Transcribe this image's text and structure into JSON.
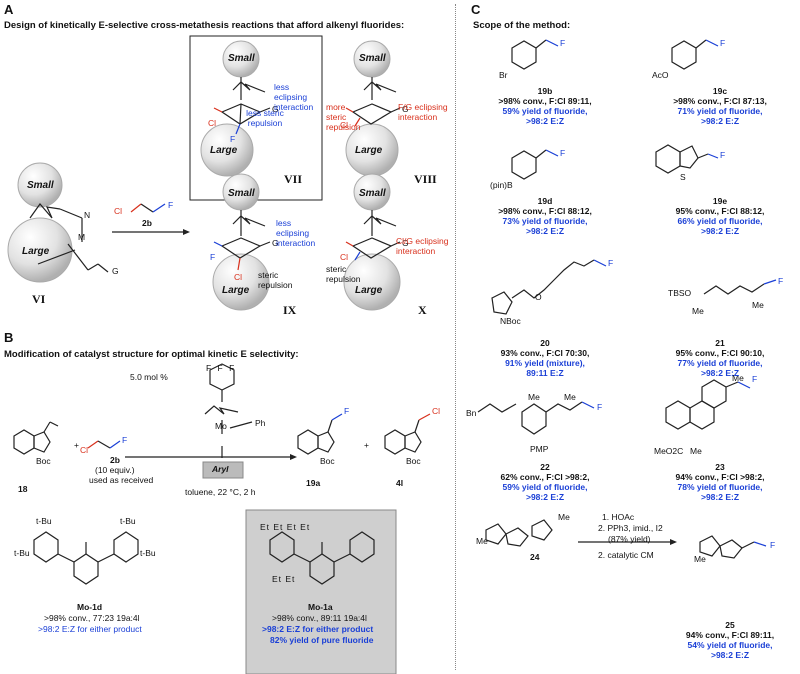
{
  "panelA": {
    "letter": "A",
    "heading": "Design of kinetically E-selective cross-metathesis reactions that afford alkenyl fluorides:",
    "reagent": "2b",
    "small": "Small",
    "large": "Large",
    "labels": {
      "VI": "VI",
      "VII": "VII",
      "VIII": "VIII",
      "IX": "IX",
      "X": "X"
    },
    "VII_notes": [
      "less eclipsing interaction",
      "less steric repulsion"
    ],
    "VIII_notes": [
      "F/G eclipsing interaction",
      "more steric repulsion"
    ],
    "IX_notes": [
      "less eclipsing interaction",
      "steric repulsion"
    ],
    "X_notes": [
      "Cl/G eclipsing interaction",
      "steric repulsion"
    ]
  },
  "panelB": {
    "letter": "B",
    "heading": "Modification of catalyst structure for optimal kinetic E selectivity:",
    "loading": "5.0 mol %",
    "conditions": "toluene, 22 °C, 2 h",
    "sm": "18",
    "reagent": "2b",
    "reagent_note1": "(10 equiv.)",
    "reagent_note2": "used as received",
    "aryl": "Aryl",
    "prod1": "19a",
    "prod2": "4l",
    "cat1": {
      "name": "Mo-1d",
      "line1": ">98% conv., 77:23 19a:4l",
      "line2": ">98:2 E:Z for either product"
    },
    "cat2": {
      "name": "Mo-1a",
      "line1": ">98% conv., 89:11 19a:4l",
      "line2": ">98:2 E:Z for either product",
      "line3": "82% yield of pure fluoride"
    }
  },
  "panelC": {
    "letter": "C",
    "heading": "Scope of the method:",
    "entries": [
      {
        "id": "19b",
        "l1": ">98% conv., F:Cl 89:11,",
        "l2": "59% yield of fluoride,",
        "l3": ">98:2 E:Z"
      },
      {
        "id": "19c",
        "l1": ">98% conv., F:Cl 87:13,",
        "l2": "71% yield of fluoride,",
        "l3": ">98:2 E:Z"
      },
      {
        "id": "19d",
        "l1": ">98% conv., F:Cl 88:12,",
        "l2": "73% yield of fluoride,",
        "l3": ">98:2 E:Z"
      },
      {
        "id": "19e",
        "l1": "95% conv., F:Cl 88:12,",
        "l2": "66% yield of fluoride,",
        "l3": ">98:2 E:Z"
      },
      {
        "id": "20",
        "l1": "93% conv., F:Cl 70:30,",
        "l2": "91% yield (mixture),",
        "l3": "89:11 E:Z"
      },
      {
        "id": "21",
        "l1": "95% conv., F:Cl 90:10,",
        "l2": "77% yield of fluoride,",
        "l3": ">98:2 E:Z"
      },
      {
        "id": "22",
        "l1": "62% conv., F:Cl >98:2,",
        "l2": "59% yield of fluoride,",
        "l3": ">98:2 E:Z"
      },
      {
        "id": "23",
        "l1": "94% conv., F:Cl >98:2,",
        "l2": "78% yield of fluoride,",
        "l3": ">98:2 E:Z"
      },
      {
        "id": "25",
        "l1": "94% conv., F:Cl 89:11,",
        "l2": "54% yield of fluoride,",
        "l3": ">98:2 E:Z"
      }
    ],
    "sm24": "24",
    "step1": "1. HOAc",
    "step2": "2. PPh3, imid., I2",
    "step2b": "(87% yield)",
    "step3": "2. catalytic CM",
    "groups": {
      "Br": "Br",
      "AcO": "AcO",
      "pinB": "(pin)B",
      "TBSO": "TBSO",
      "NBoc": "NBoc",
      "Bn": "Bn",
      "PMP": "PMP",
      "MeO2C": "MeO2C"
    }
  }
}
